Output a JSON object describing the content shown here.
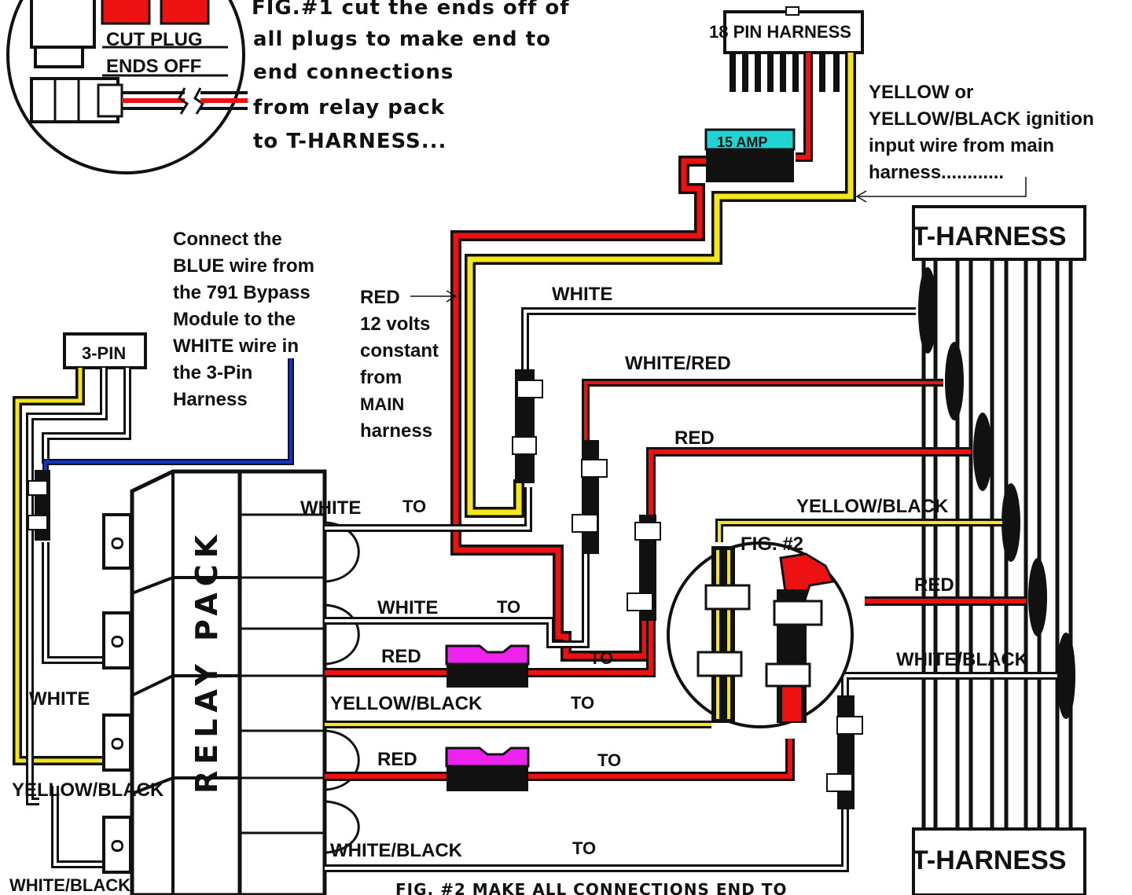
{
  "fig1": {
    "line1": "FIG.#1 cut the ends off of",
    "line2": "all plugs to make end to",
    "line3": "end connections",
    "line4": "from relay pack",
    "line5": "to T-HARNESS...",
    "cut_line1": "CUT PLUG",
    "cut_line2": "ENDS OFF"
  },
  "top_harness": {
    "label": "18 PIN HARNESS"
  },
  "fuse_top": {
    "label": "15 AMP",
    "color": "#22d3d3"
  },
  "ignition_note": {
    "line1": "YELLOW or",
    "line2": "YELLOW/BLACK ignition",
    "line3": "input wire from main",
    "line4": "harness............"
  },
  "t_harness": {
    "top_label": "T-HARNESS",
    "bottom_label": "T-HARNESS"
  },
  "blue_note": {
    "line1": "Connect the",
    "line2": "BLUE wire from",
    "line3": "the 791 Bypass",
    "line4": "Module to the",
    "line5": "WHITE wire in",
    "line6": "the 3-Pin",
    "line7": "Harness"
  },
  "three_pin": {
    "label": "3-PIN"
  },
  "red_note": {
    "line1": "RED",
    "line2": "12 volts",
    "line3": "constant",
    "line4": "from",
    "line5": "MAIN",
    "line6": "harness"
  },
  "relay_pack": {
    "label": "RELAY PACK"
  },
  "wire_labels": {
    "white_top": "WHITE",
    "white_red": "WHITE/RED",
    "red_upper": "RED",
    "yellow_black_right": "YELLOW/BLACK",
    "red_right": "RED",
    "white_black_right": "WHITE/BLACK",
    "white_mid1": "WHITE",
    "white_mid2": "WHITE",
    "red_mid1": "RED",
    "yellow_black_mid": "YELLOW/BLACK",
    "red_mid2": "RED",
    "white_black_mid": "WHITE/BLACK",
    "white_left": "WHITE",
    "yellow_black_left": "YELLOW/BLACK",
    "white_black_left": "WHITE/BLACK",
    "to": "TO"
  },
  "fig2": {
    "label": "FIG. #2",
    "caption": "FIG. #2 MAKE ALL CONNECTIONS END TO"
  },
  "colors": {
    "wire_red": "#ee1111",
    "wire_yellow": "#f5e61a",
    "wire_blue": "#1133cc",
    "fuse_magenta": "#ee22ee",
    "connector_black": "#111111"
  }
}
